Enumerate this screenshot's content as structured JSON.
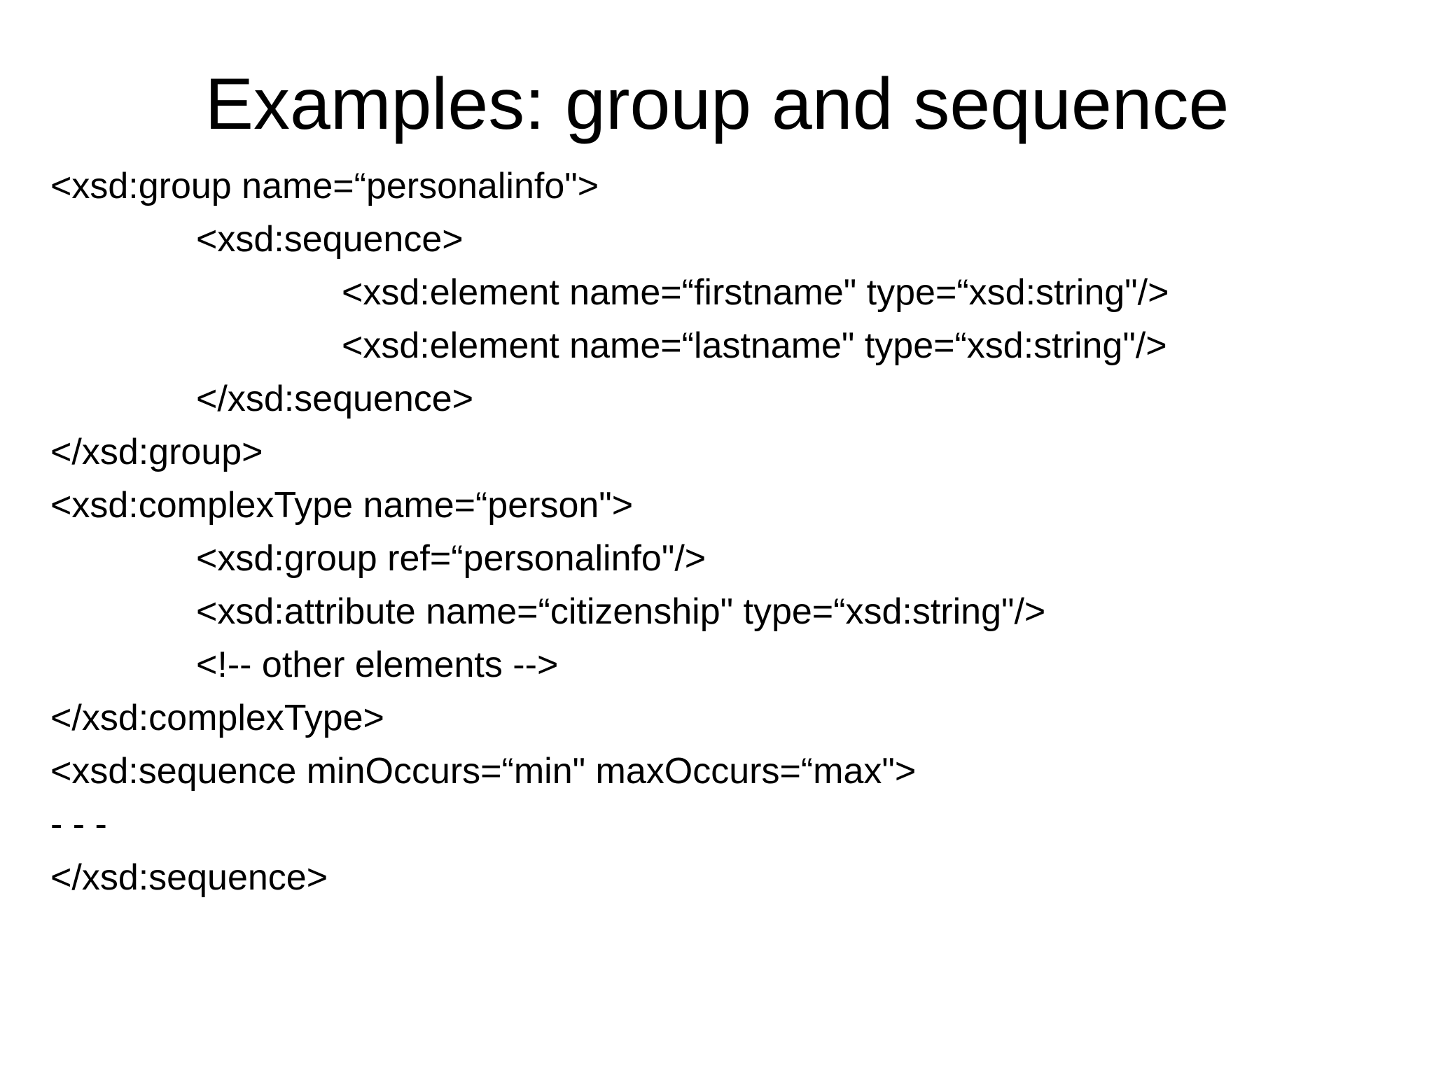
{
  "slide": {
    "title": "Examples: group and sequence",
    "lines": [
      {
        "text": "<xsd:group name=“personalinfo\">",
        "indent": 0
      },
      {
        "text": "<xsd:sequence>",
        "indent": 1
      },
      {
        "text": "<xsd:element name=“firstname\" type=“xsd:string\"/>",
        "indent": 2
      },
      {
        "text": "<xsd:element name=“lastname\" type=“xsd:string\"/>",
        "indent": 2
      },
      {
        "text": "</xsd:sequence>",
        "indent": 1
      },
      {
        "text": "</xsd:group>",
        "indent": 0
      },
      {
        "text": "<xsd:complexType name=“person\">",
        "indent": 0
      },
      {
        "text": "<xsd:group ref=“personalinfo\"/>",
        "indent": 1
      },
      {
        "text": "<xsd:attribute name=“citizenship\" type=“xsd:string\"/>",
        "indent": 1
      },
      {
        "text": "<!-- other elements -->",
        "indent": 1
      },
      {
        "text": "</xsd:complexType>",
        "indent": 0
      },
      {
        "text": "<xsd:sequence minOccurs=“min\" maxOccurs=“max\">",
        "indent": 0
      },
      {
        "text": "- - -",
        "indent": 0
      },
      {
        "text": "</xsd:sequence>",
        "indent": 0
      }
    ]
  }
}
